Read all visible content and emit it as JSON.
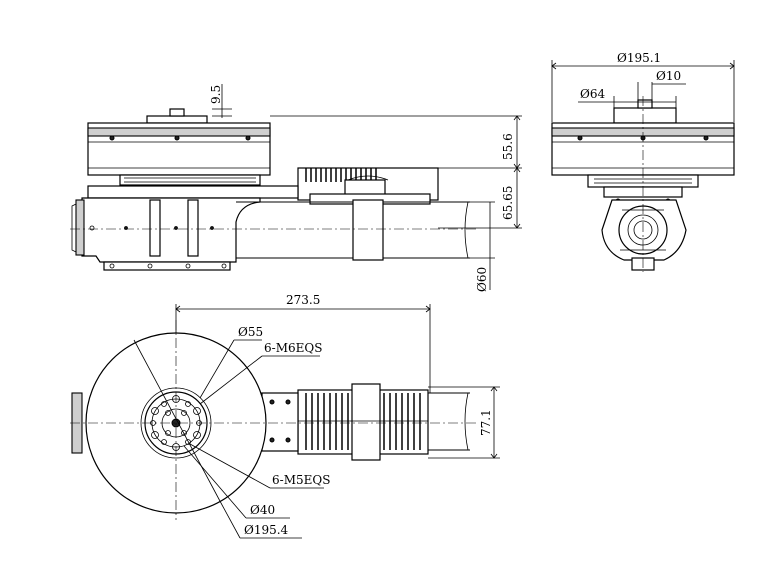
{
  "side_view": {
    "dim_top_offset": "9.5",
    "dim_motor_height": "55.6",
    "dim_arm_height": "65.65",
    "dim_tube_diameter": "Ø60"
  },
  "front_view": {
    "dim_outer_diameter": "Ø195.1",
    "dim_shaft_diameter": "Ø10",
    "dim_hub_diameter": "Ø64"
  },
  "top_view": {
    "dim_length": "273.5",
    "dim_width": "77.1",
    "label_inner_circle": "Ø55",
    "label_m6_holes": "6-M6EQS",
    "label_m5_holes": "6-M5EQS",
    "label_bolt_circle": "Ø40",
    "label_outer_circle": "Ø195.4"
  }
}
